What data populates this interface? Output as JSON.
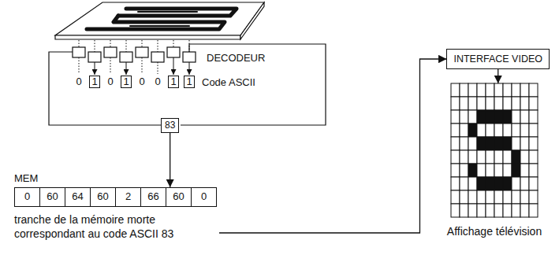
{
  "diagram": {
    "nodes": [
      {
        "text": [
          "1"
        ]
      },
      {
        "text": [
          "1"
        ]
      },
      {
        "text": [
          "1"
        ]
      },
      {
        "text": [
          "1"
        ]
      },
      {
        "text": [
          "83"
        ]
      },
      {
        "text": [
          "MEM",
          "tranche de la mémoire morte correspondant au code ASCII 83"
        ]
      },
      {
        "text": [
          "0"
        ],
        "in": 5
      },
      {
        "text": [
          "60"
        ],
        "in": 5
      },
      {
        "text": [
          "64"
        ],
        "in": 5
      },
      {
        "text": [
          "60"
        ],
        "in": 5
      },
      {
        "text": [
          "2"
        ],
        "in": 5
      },
      {
        "text": [
          "66"
        ],
        "in": 5
      },
      {
        "text": [
          "60"
        ],
        "in": 5
      },
      {
        "text": [
          "0"
        ],
        "in": 5
      },
      {
        "text": [
          "INTERFACE VIDEO"
        ]
      },
      {
        "text": [
          "Affichage télévision"
        ]
      }
    ],
    "edges": [
      {
        "from": 4,
        "to": 5,
        "arrow": "to"
      },
      {
        "from": 5,
        "to": 14,
        "arrow": "to"
      },
      {
        "from": 14,
        "to": 15,
        "arrow": "to"
      }
    ],
    "labels": [
      "DECODEUR",
      "0",
      "0",
      "0",
      "0",
      "Code ASCII"
    ]
  }
}
